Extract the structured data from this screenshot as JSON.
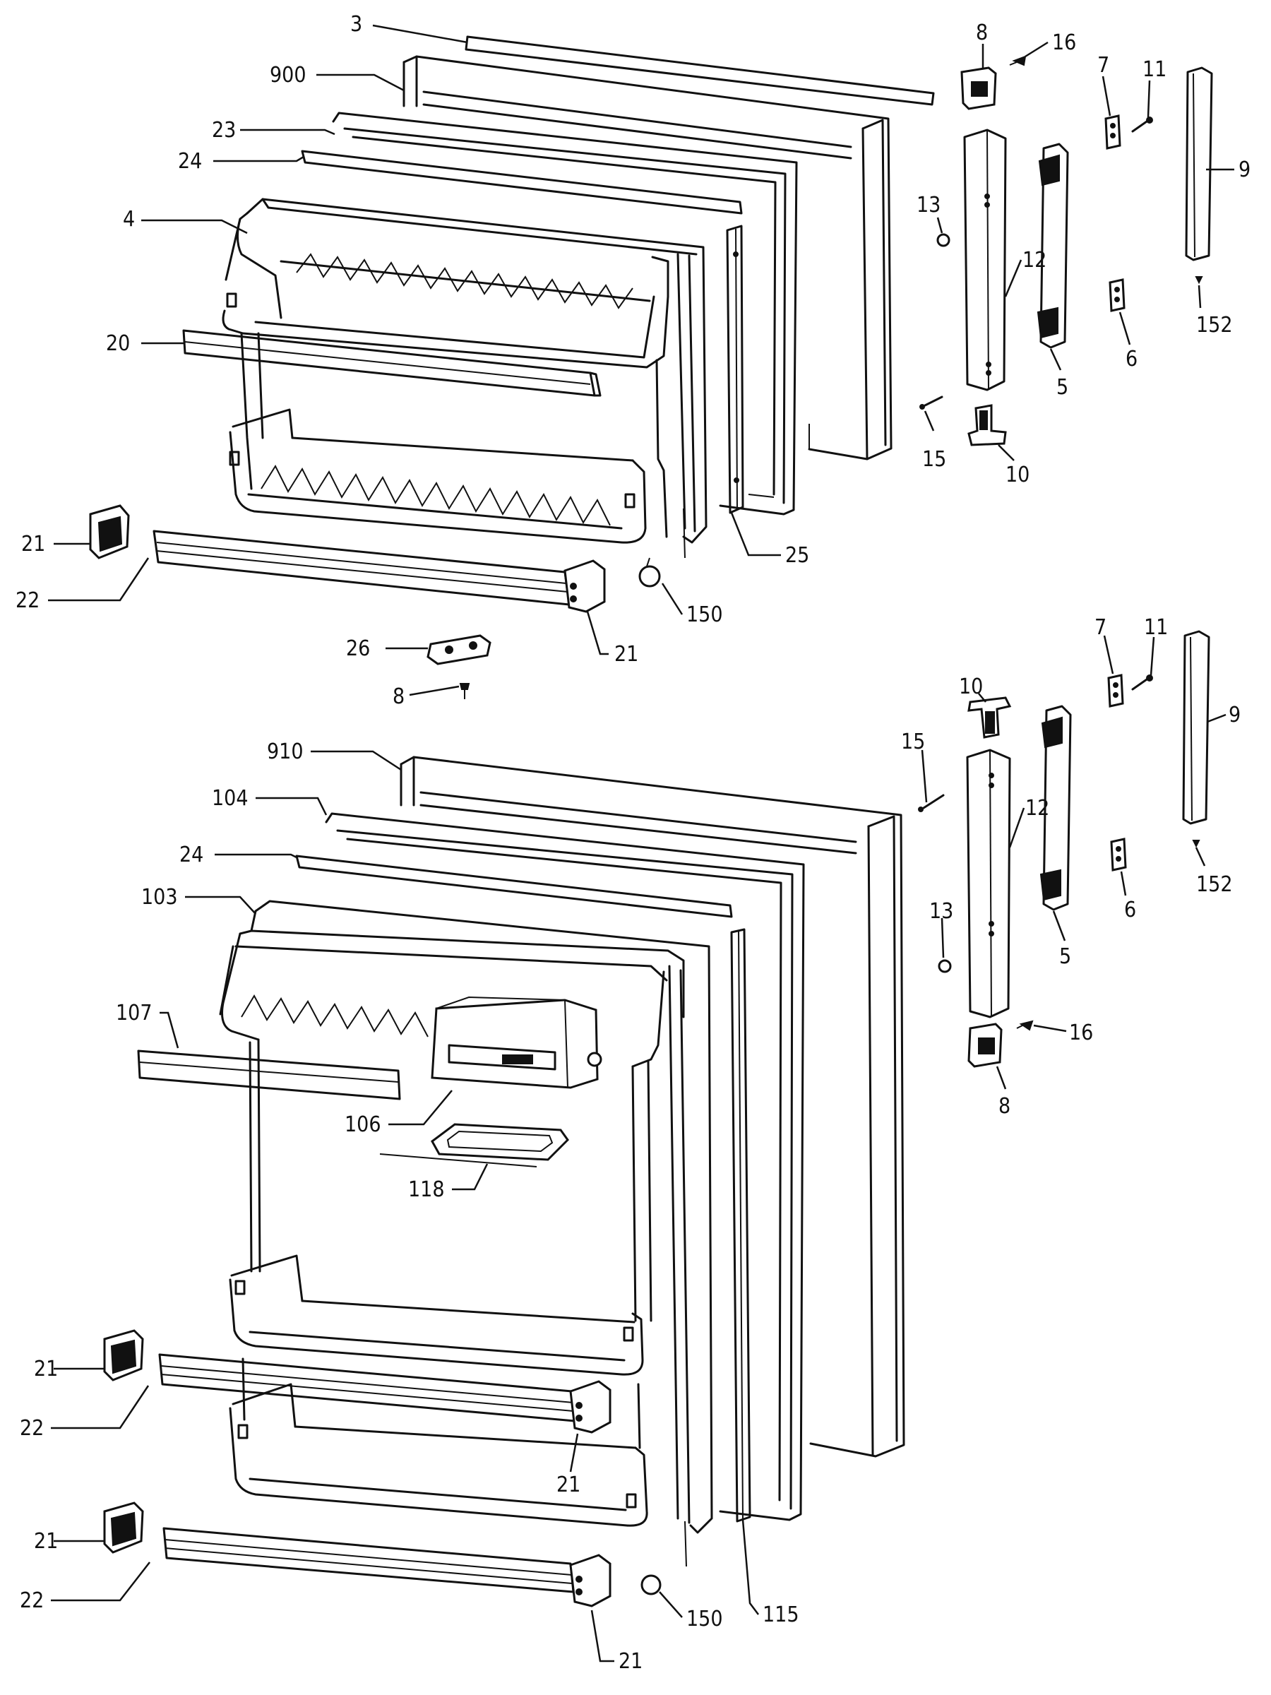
{
  "labels": {
    "l3": "3",
    "l900": "900",
    "l23": "23",
    "l24a": "24",
    "l4": "4",
    "l20": "20",
    "l21a": "21",
    "l22a": "22",
    "l21b": "21",
    "l26": "26",
    "l8a": "8",
    "l150a": "150",
    "l25": "25",
    "l8b": "8",
    "l16a": "16",
    "l7a": "7",
    "l11a": "11",
    "l9a": "9",
    "l13a": "13",
    "l12a": "12",
    "l6a": "6",
    "l152a": "152",
    "l5a": "5",
    "l15a": "15",
    "l10a": "10",
    "l910": "910",
    "l104": "104",
    "l24b": "24",
    "l103": "103",
    "l107": "107",
    "l106": "106",
    "l118": "118",
    "l10b": "10",
    "l15b": "15",
    "l7b": "7",
    "l11b": "11",
    "l9b": "9",
    "l12b": "12",
    "l13b": "13",
    "l6b": "6",
    "l152b": "152",
    "l5b": "5",
    "l16b": "16",
    "l8c": "8",
    "l21c": "21",
    "l22b": "22",
    "l21d": "21",
    "l21e": "21",
    "l22c": "22",
    "l21f": "21",
    "l150b": "150",
    "l115": "115"
  }
}
